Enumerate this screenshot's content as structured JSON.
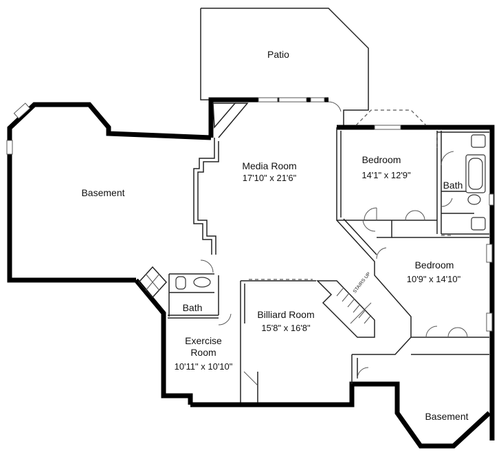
{
  "rooms": {
    "patio": {
      "name": "Patio"
    },
    "basement_west": {
      "name": "Basement"
    },
    "media_room": {
      "name": "Media Room",
      "size": "17'10\" x 21'6\""
    },
    "bedroom_north": {
      "name": "Bedroom",
      "size": "14'1\" x 12'9\""
    },
    "bath_east": {
      "name": "Bath"
    },
    "bedroom_east": {
      "name": "Bedroom",
      "size": "10'9\" x 14'10\""
    },
    "bath_west": {
      "name": "Bath"
    },
    "exercise_room": {
      "name_line1": "Exercise",
      "name_line2": "Room",
      "size": "10'11\" x 10'10\""
    },
    "billiard_room": {
      "name": "Billiard Room",
      "size": "15'8\" x 16'8\""
    },
    "basement_east": {
      "name": "Basement"
    },
    "stairs": {
      "label": "STAIRS UP"
    }
  },
  "colors": {
    "wall": "#000000",
    "line": "#222222",
    "background": "#ffffff"
  }
}
